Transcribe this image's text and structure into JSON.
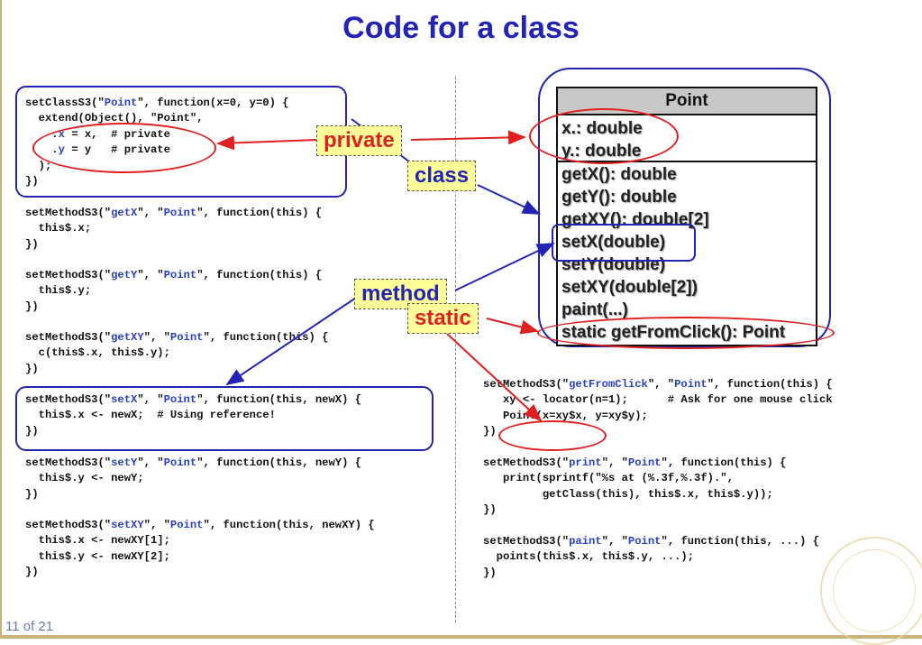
{
  "slide": {
    "title": "Code for a class",
    "page": "11 of 21"
  },
  "left_code": {
    "class_def": [
      [
        "setClassS3(\"",
        {
          "k": "Point"
        },
        "\", function(x=0, y=0) {"
      ],
      [
        "  extend(Object(), \"Point\","
      ],
      [
        "    .",
        {
          "k": "x"
        },
        " = x,  # private"
      ],
      [
        "    .",
        {
          "k": "y"
        },
        " = y   # private"
      ],
      [
        "  );"
      ],
      [
        "})"
      ]
    ],
    "getX": [
      [
        "setMethodS3(\"",
        {
          "k": "getX"
        },
        "\", \"",
        {
          "k": "Point"
        },
        "\", function(this) {"
      ],
      [
        "  this$.x;"
      ],
      [
        "})"
      ]
    ],
    "getY": [
      [
        "setMethodS3(\"",
        {
          "k": "getY"
        },
        "\", \"",
        {
          "k": "Point"
        },
        "\", function(this) {"
      ],
      [
        "  this$.y;"
      ],
      [
        "})"
      ]
    ],
    "getXY": [
      [
        "setMethodS3(\"",
        {
          "k": "getXY"
        },
        "\", \"",
        {
          "k": "Point"
        },
        "\", function(this) {"
      ],
      [
        "  c(this$.x, this$.y);"
      ],
      [
        "})"
      ]
    ],
    "setX": [
      [
        "setMethodS3(\"",
        {
          "k": "setX"
        },
        "\", \"",
        {
          "k": "Point"
        },
        "\", function(this, newX) {"
      ],
      [
        "  this$.x <- newX;  # Using reference!"
      ],
      [
        "})"
      ]
    ],
    "setY": [
      [
        "setMethodS3(\"",
        {
          "k": "setY"
        },
        "\", \"",
        {
          "k": "Point"
        },
        "\", function(this, newY) {"
      ],
      [
        "  this$.y <- newY;"
      ],
      [
        "})"
      ]
    ],
    "setXY": [
      [
        "setMethodS3(\"",
        {
          "k": "setXY"
        },
        "\", \"",
        {
          "k": "Point"
        },
        "\", function(this, newXY) {"
      ],
      [
        "  this$.x <- newXY[1];"
      ],
      [
        "  this$.y <- newXY[2];"
      ],
      [
        "})"
      ]
    ]
  },
  "right_code": {
    "getFromClick": [
      [
        "setMethodS3(\"",
        {
          "k": "getFromClick"
        },
        "\", \"",
        {
          "k": "Point"
        },
        "\", function(this) {"
      ],
      [
        "   xy <- locator(n=1);      # Ask for one mouse click"
      ],
      [
        "   Point(x=xy$x, y=xy$y);"
      ],
      [
        "})"
      ]
    ],
    "print": [
      [
        "setMethodS3(\"",
        {
          "k": "print"
        },
        "\", \"",
        {
          "k": "Point"
        },
        "\", function(this) {"
      ],
      [
        "   print(sprintf(\"%s at (%.3f,%.3f).\","
      ],
      [
        "         getClass(this), this$.x, this$.y));"
      ],
      [
        "})"
      ]
    ],
    "paint": [
      [
        "setMethodS3(\"",
        {
          "k": "paint"
        },
        "\", \"",
        {
          "k": "Point"
        },
        "\", function(this, ...) {"
      ],
      [
        "  points(this$.x, this$.y, ...);"
      ],
      [
        "})"
      ]
    ]
  },
  "uml": {
    "class_name": "Point",
    "attributes": [
      "x.: double",
      "y.: double"
    ],
    "methods": [
      "getX(): double",
      "getY(): double",
      "getXY(): double[2]",
      "setX(double)",
      "setY(double)",
      "setXY(double[2])",
      "paint(...)",
      "static getFromClick(): Point"
    ]
  },
  "callouts": {
    "private": "private",
    "class": "class",
    "method": "method",
    "static": "static"
  },
  "colors": {
    "title": "#2323b4",
    "keyword": "#2a40c8",
    "annotation_red": "#e02020",
    "annotation_blue": "#2323b4",
    "callout_fill": "#ffff99"
  }
}
